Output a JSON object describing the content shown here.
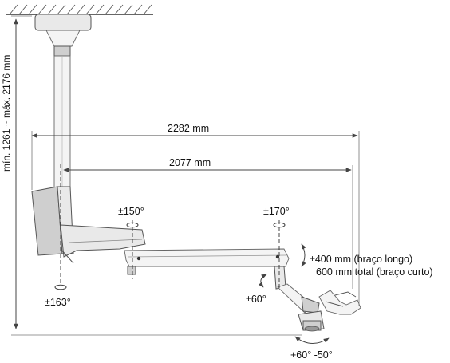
{
  "dimensions": {
    "total_reach": "2282 mm",
    "inner_reach": "2077 mm",
    "height_range": "mín. 1261 ~ máx. 2176 mm"
  },
  "rotations": {
    "column": "±163°",
    "arm_joint": "±150°",
    "arm_end": "±170°",
    "tilt": "±60°",
    "head_tilt": "+60°  -50°"
  },
  "travel": {
    "long_arm": "±400 mm (braço longo)",
    "short_arm": "600 mm total (braço curto)"
  }
}
